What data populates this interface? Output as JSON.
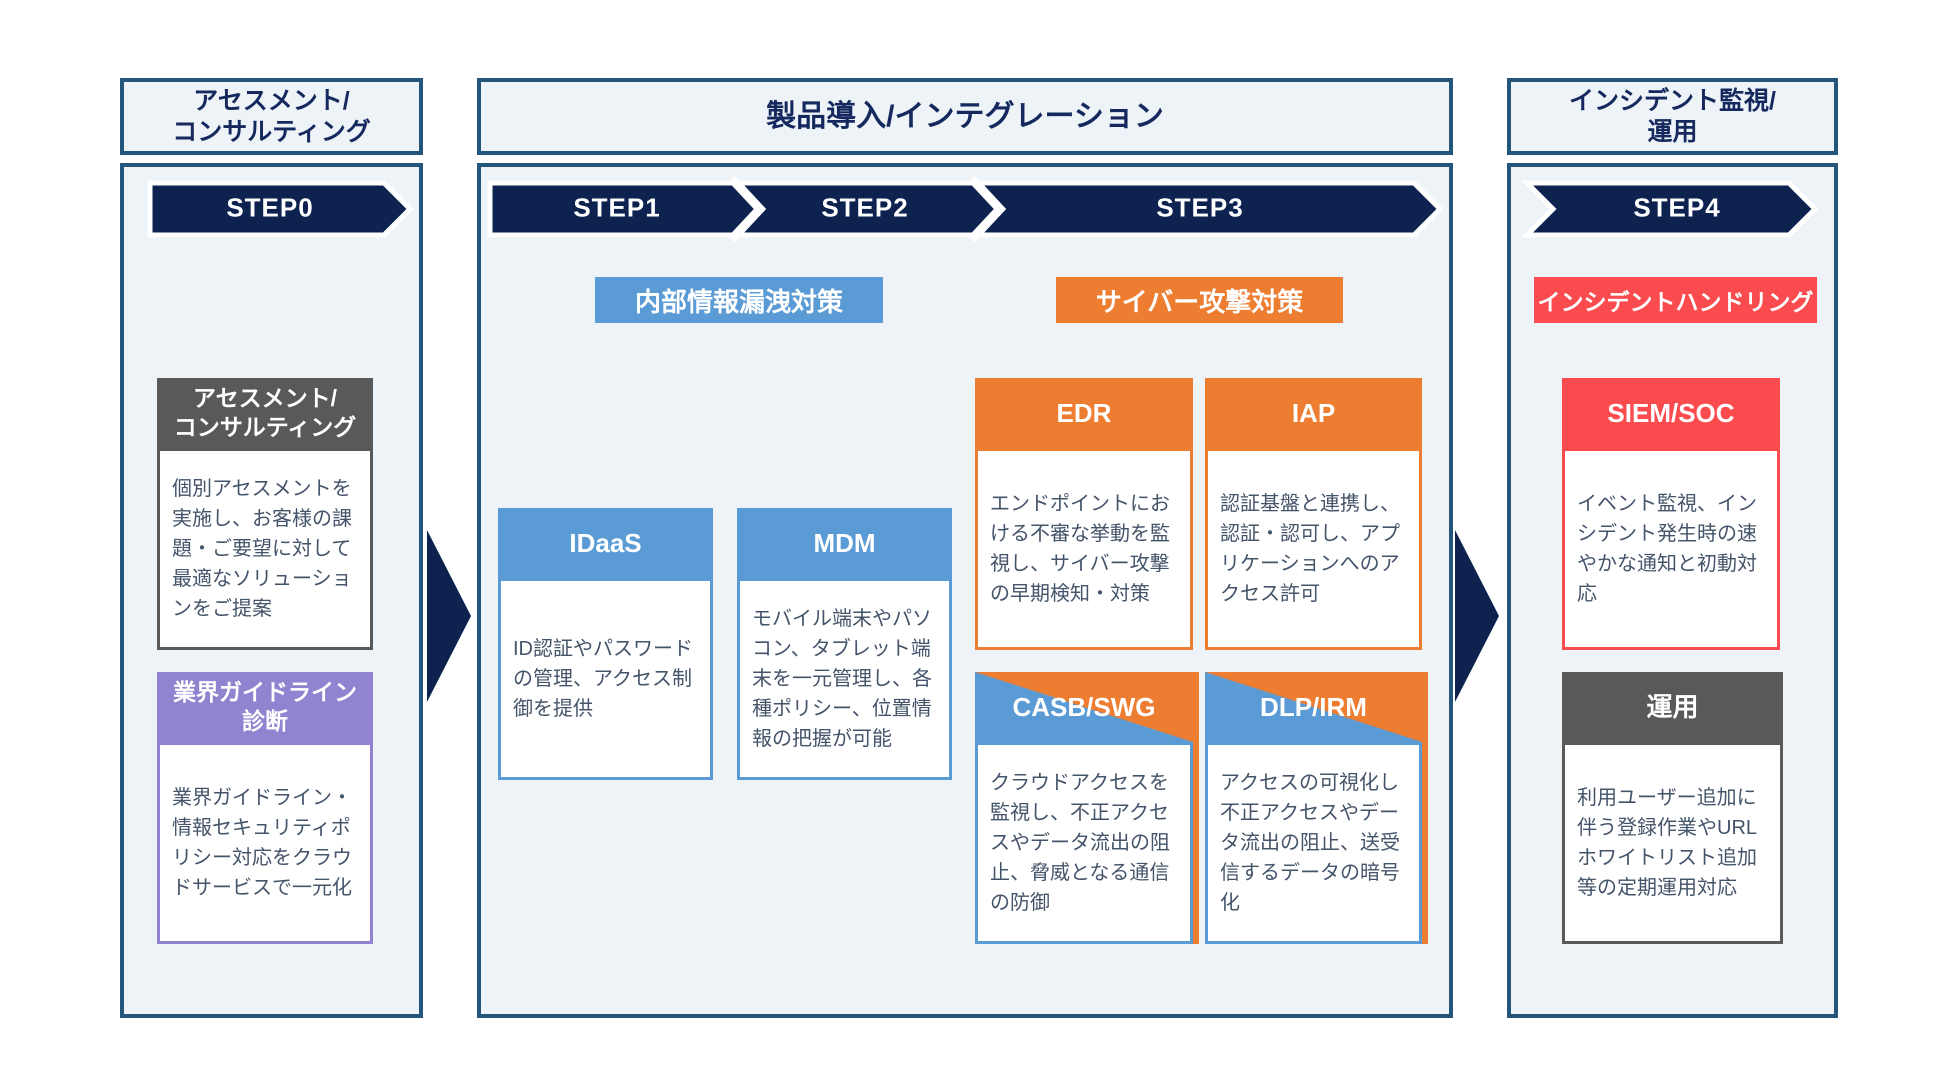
{
  "colors": {
    "navy": "#0e2250",
    "panel_border": "#24567c",
    "panel_bg": "#eef3f8",
    "blue": "#5b9bd5",
    "orange": "#ed7d31",
    "red": "#fa4b4f",
    "gray": "#595959",
    "purple": "#9183d0",
    "body_text": "#44546a",
    "header_text": "#15295e"
  },
  "left": {
    "header_line1": "アセスメント/",
    "header_line2": "コンサルティング",
    "step": "STEP0",
    "box1": {
      "title_line1": "アセスメント/",
      "title_line2": "コンサルティング",
      "body": "個別アセスメントを実施し、お客様の課題・ご要望に対して最適なソリューションをご提案"
    },
    "box2": {
      "title_line1": "業界ガイドライン",
      "title_line2": "診断",
      "body": "業界ガイドライン・情報セキュリティポリシー対応をクラウドサービスで一元化"
    }
  },
  "middle": {
    "header": "製品導入/インテグレーション",
    "steps": [
      "STEP1",
      "STEP2",
      "STEP3"
    ],
    "label_internal": "内部情報漏洩対策",
    "label_cyber": "サイバー攻撃対策",
    "boxes": {
      "idaas": {
        "title": "IDaaS",
        "body": "ID認証やパスワードの管理、アクセス制御を提供"
      },
      "mdm": {
        "title": "MDM",
        "body": "モバイル端末やパソコン、タブレット端末を一元管理し、各種ポリシー、位置情報の把握が可能"
      },
      "edr": {
        "title": "EDR",
        "body": "エンドポイントにおける不審な挙動を監視し、サイバー攻撃の早期検知・対策"
      },
      "iap": {
        "title": "IAP",
        "body": "認証基盤と連携し、認証・認可し、アプリケーションへのアクセス許可"
      },
      "casb": {
        "title": "CASB/SWG",
        "body": "クラウドアクセスを監視し、不正アクセスやデータ流出の阻止、脅威となる通信の防御"
      },
      "dlp": {
        "title": "DLP/IRM",
        "body": "アクセスの可視化し不正アクセスやデータ流出の阻止、送受信するデータの暗号化"
      }
    }
  },
  "right": {
    "header_line1": "インシデント監視/",
    "header_line2": "運用",
    "step": "STEP4",
    "label_incident": "インシデントハンドリング",
    "boxes": {
      "siem": {
        "title": "SIEM/SOC",
        "body": "イベント監視、インシデント発生時の速やかな通知と初動対応"
      },
      "operation": {
        "title": "運用",
        "body": "利用ユーザー追加に伴う登録作業やURLホワイトリスト追加等の定期運用対応"
      }
    }
  }
}
